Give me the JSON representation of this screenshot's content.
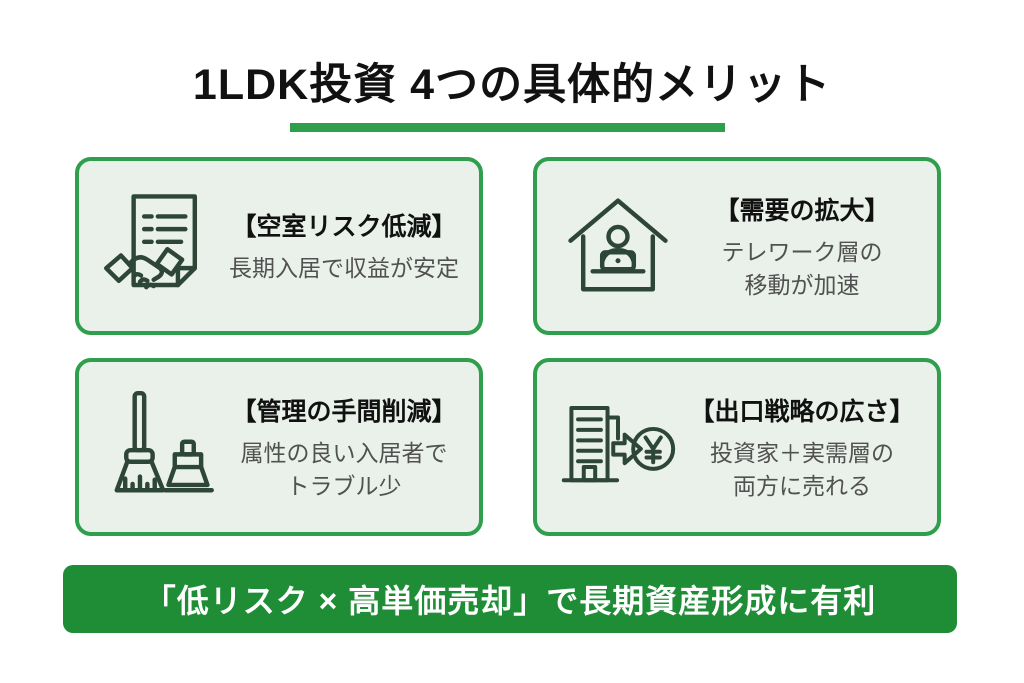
{
  "title": "1LDK投資 4つの具体的メリット",
  "colors": {
    "accent_green": "#2f9e4d",
    "banner_green": "#1f8c36",
    "card_bg": "#e9f1ea",
    "icon_stroke": "#2d4637",
    "heading_text": "#111111",
    "body_text": "#515151"
  },
  "cards": [
    {
      "icon": "contract-handshake-icon",
      "heading": "【空室リスク低減】",
      "lines": [
        "長期入居で収益が安定"
      ]
    },
    {
      "icon": "house-telework-icon",
      "heading": "【需要の拡大】",
      "lines": [
        "テレワーク層の",
        "移動が加速"
      ]
    },
    {
      "icon": "broom-dustpan-icon",
      "heading": "【管理の手間削減】",
      "lines": [
        "属性の良い入居者で",
        "トラブル少"
      ]
    },
    {
      "icon": "building-yen-icon",
      "heading": "【出口戦略の広さ】",
      "lines": [
        "投資家＋実需層の",
        "両方に売れる"
      ]
    }
  ],
  "banner": {
    "text": "「低リスク × 高単価売却」で長期資産形成に有利"
  }
}
